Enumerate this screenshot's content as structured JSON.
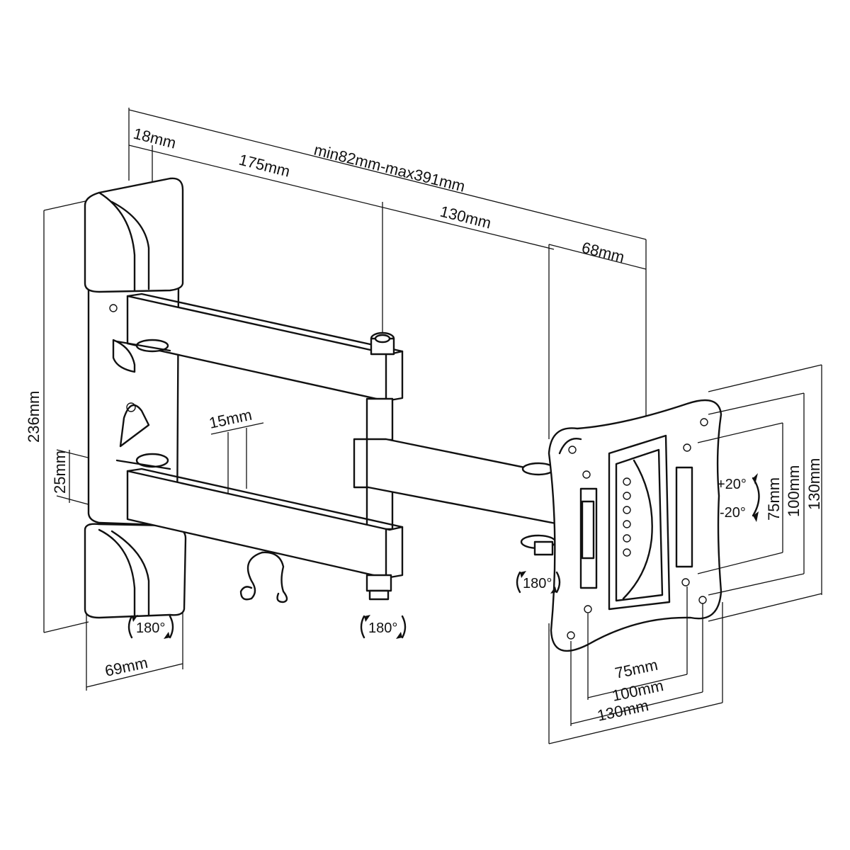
{
  "dimensions": {
    "total_depth": "min82mm-max391mm",
    "wall_plate_depth": "18mm",
    "arm_1": "175mm",
    "arm_2": "130mm",
    "tilt_head": "68mm",
    "plate_height": "236mm",
    "arm_thickness": "25mm",
    "arm_width": "15mm",
    "plate_width": "69mm",
    "vesa_h_small": "75mm",
    "vesa_h_medium": "100mm",
    "vesa_h_large": "130mm",
    "vesa_v_small": "75mm",
    "vesa_v_medium": "100mm",
    "vesa_v_large": "130mm"
  },
  "angles": {
    "wall_swivel": "180°",
    "arm_swivel": "180°",
    "head_swivel": "180°",
    "tilt_up": "+20°",
    "tilt_down": "-20°"
  }
}
